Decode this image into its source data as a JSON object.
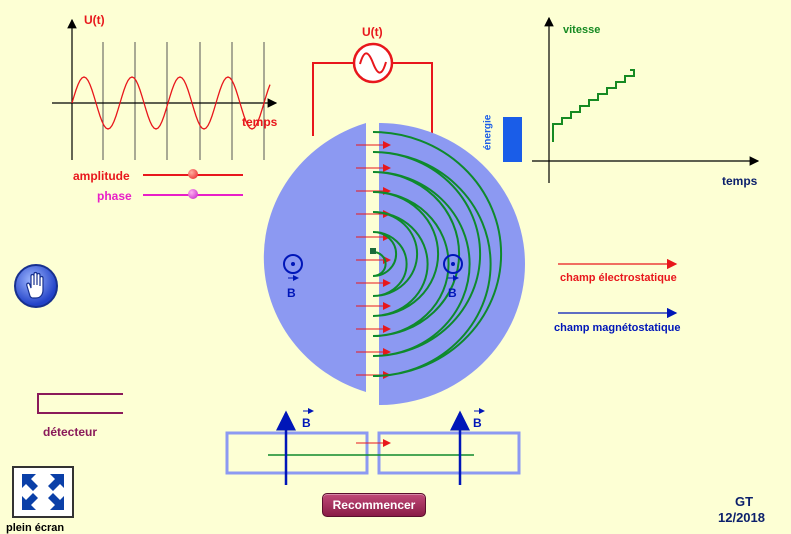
{
  "signal_graph": {
    "ylabel": "U(t)",
    "xlabel": "temps"
  },
  "sliders": {
    "amplitude": {
      "label": "amplitude",
      "color": "#e8171c"
    },
    "phase": {
      "label": "phase",
      "color": "#e81fc8"
    }
  },
  "generator": {
    "label": "U(t)"
  },
  "speed_graph": {
    "ylabel": "vitesse",
    "xlabel": "temps",
    "energy_label": "énergie"
  },
  "fields": {
    "B_label": "B",
    "electro_label": "champ électrostatique",
    "magneto_label": "champ magnétostatique"
  },
  "detector": {
    "label": "détecteur"
  },
  "buttons": {
    "restart": "Recommencer",
    "fullscreen": "plein écran"
  },
  "credit": {
    "author": "GT",
    "date": "12/2018"
  },
  "colors": {
    "background": "#fdffd4",
    "dee": "#8c99f2",
    "trajectory": "#0e8a2c",
    "electric": "#e8171c",
    "magnetic": "#0016b8",
    "speed_curve": "#168a22",
    "energy_bar": "#1a5de8",
    "detector": "#8a1a5a"
  },
  "icons": [
    "hand-icon",
    "fullscreen-arrows-icon",
    "sine-source-icon"
  ]
}
